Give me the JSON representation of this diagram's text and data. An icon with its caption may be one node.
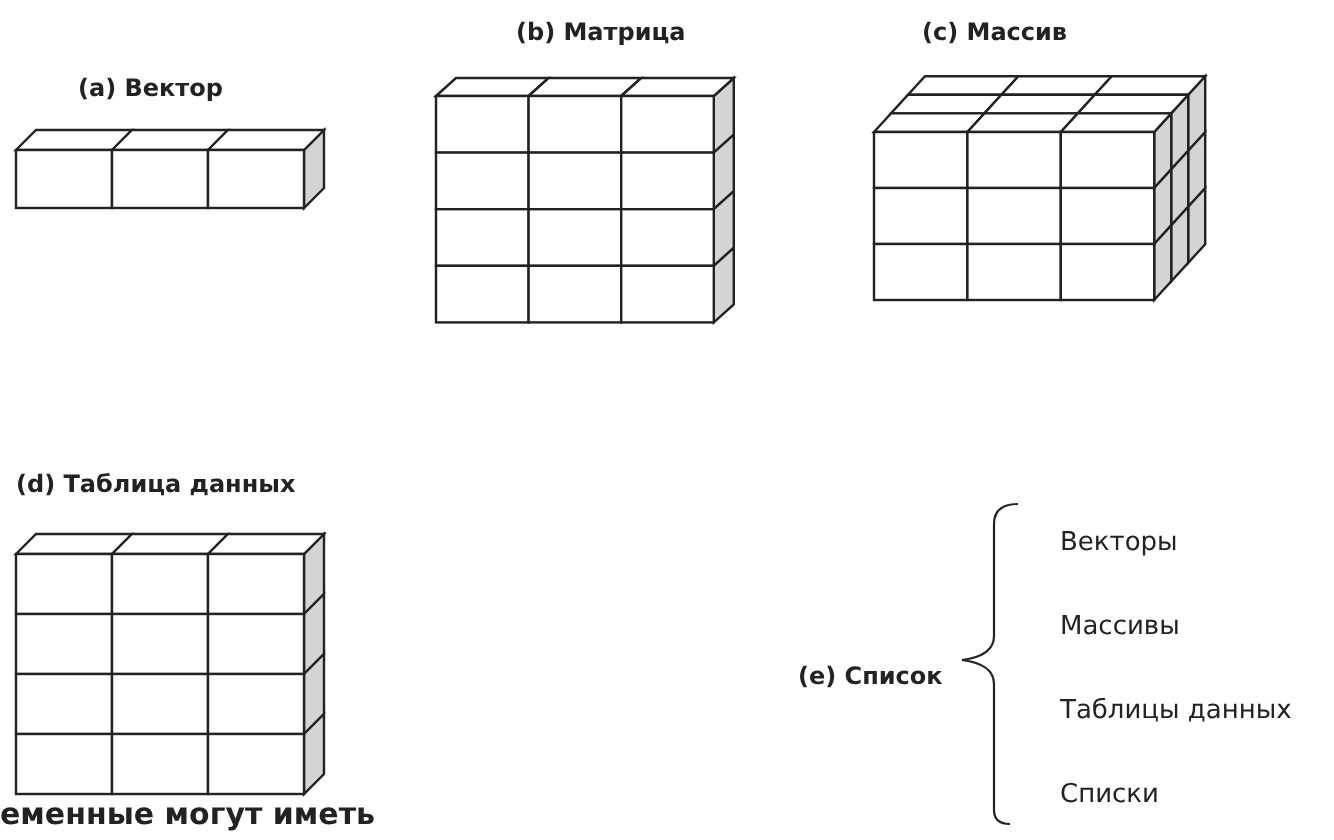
{
  "diagram": {
    "labels": [
      "(b) Матрица",
      "(c) Массив",
      "(a) Вектор",
      "(d) Таблица данных",
      "Векторы",
      "Массивы",
      "(e) Список",
      "Таблицы данных",
      "Списки",
      "еменные могут иметь"
    ]
  }
}
